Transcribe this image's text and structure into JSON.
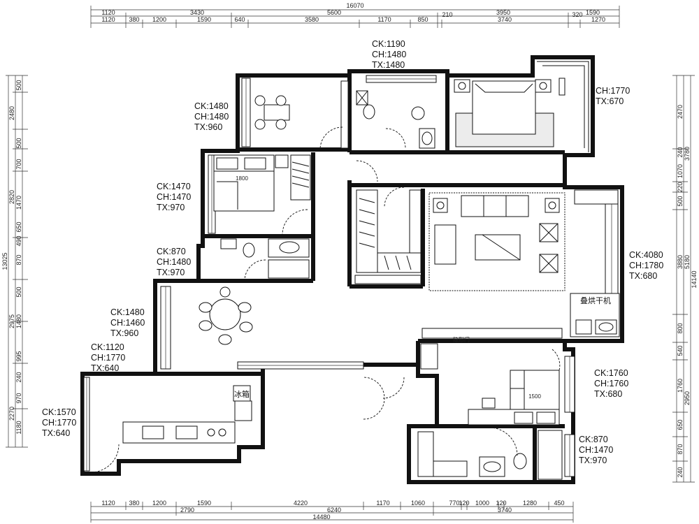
{
  "dimensions": {
    "top_total": "16070",
    "top_row1": [
      "1120",
      "3430",
      "5600",
      "3950",
      "1590"
    ],
    "top_row2": [
      "1120",
      "380",
      "1200",
      "1590",
      "640",
      "3580",
      "1170",
      "850",
      "210",
      "3740",
      "320",
      "1270"
    ],
    "bottom_row1": [
      "1120",
      "380",
      "1200",
      "1590",
      "4220",
      "1170",
      "1060",
      "770",
      "120",
      "1000",
      "120",
      "1280",
      "450"
    ],
    "bottom_row2": [
      "2790",
      "6240",
      "3740"
    ],
    "bottom_total": "14480",
    "left_total": "13025",
    "left_row1": [
      "500",
      "2480",
      "500",
      "700",
      "2820",
      "1470",
      "650",
      "490",
      "870",
      "500",
      "1480",
      "2975",
      "995",
      "240",
      "970",
      "2270",
      "1180"
    ],
    "right_total": "14140",
    "right_row1": [
      "2470",
      "240",
      "1070",
      "220",
      "500",
      "3880",
      "5180",
      "800",
      "540",
      "1760",
      "2950",
      "650",
      "870",
      "240"
    ],
    "right_row2": [
      "3780"
    ]
  },
  "openings": [
    {
      "id": "o1",
      "lines": [
        "CK:1190",
        "CH:1480",
        "TX:1480"
      ]
    },
    {
      "id": "o2",
      "lines": [
        "CK:1480",
        "CH:1480",
        "TX:960"
      ]
    },
    {
      "id": "o3",
      "lines": [
        "CH:1770",
        "TX:670"
      ]
    },
    {
      "id": "o4",
      "lines": [
        "CK:1470",
        "CH:1470",
        "TX:970"
      ]
    },
    {
      "id": "o5",
      "lines": [
        "CK:870",
        "CH:1480",
        "TX:970"
      ]
    },
    {
      "id": "o6",
      "lines": [
        "CK:4080",
        "CH:1780",
        "TX:680"
      ]
    },
    {
      "id": "o7",
      "lines": [
        "CK:1480",
        "CH:1460",
        "TX:960"
      ]
    },
    {
      "id": "o8",
      "lines": [
        "CK:1120",
        "CH:1770",
        "TX:640"
      ]
    },
    {
      "id": "o9",
      "lines": [
        "CK:1760",
        "CH:1760",
        "TX:680"
      ]
    },
    {
      "id": "o10",
      "lines": [
        "CK:1570",
        "CH:1770",
        "TX:640"
      ]
    },
    {
      "id": "o11",
      "lines": [
        "CK:870",
        "CH:1470",
        "TX:970"
      ]
    }
  ],
  "room_labels": {
    "fridge": "冰箱",
    "dryer": "叠烘干机",
    "hidden_door": "隐形门",
    "bed_1800": "1800",
    "bed_1500": "1500"
  }
}
